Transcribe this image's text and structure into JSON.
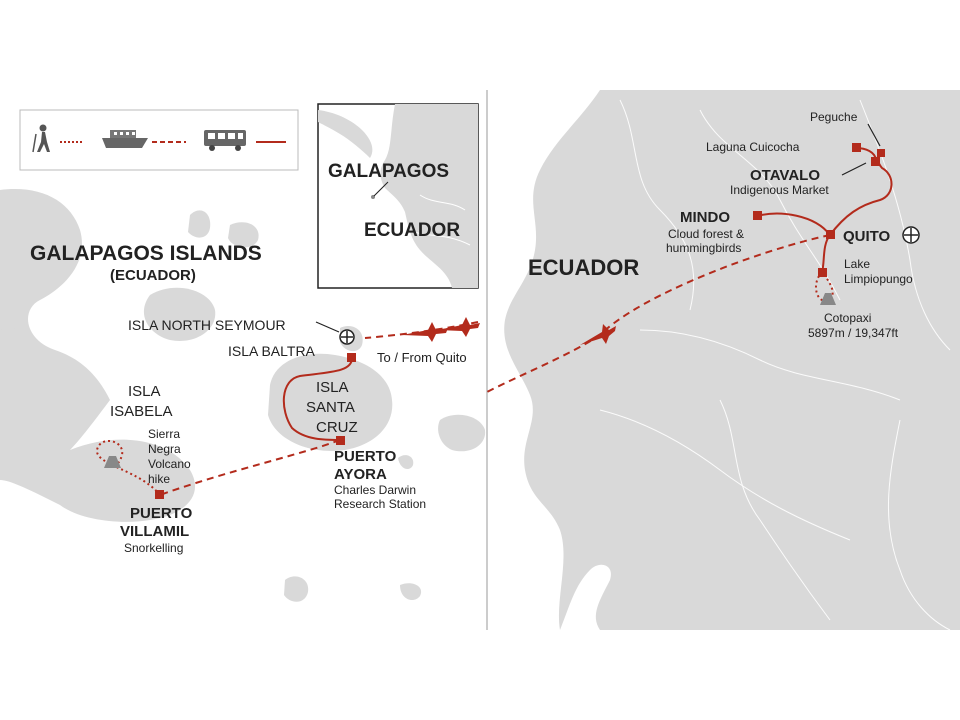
{
  "colors": {
    "sea": "#ffffff",
    "land": "#d9d9d9",
    "island_edge": "#ffffff",
    "route": "#b32b1c",
    "text": "#222222"
  },
  "legend": {
    "items": [
      {
        "icon": "hiker-icon",
        "line": "dotted"
      },
      {
        "icon": "boat-icon",
        "line": "dashed"
      },
      {
        "icon": "bus-icon",
        "line": "solid"
      }
    ]
  },
  "inset": {
    "galapagos_label": "GALAPAGOS",
    "ecuador_label": "ECUADOR"
  },
  "galapagos_panel": {
    "title": "GALAPAGOS ISLANDS",
    "subtitle": "(ECUADOR)",
    "isla_north_seymour": "ISLA NORTH SEYMOUR",
    "isla_baltra": "ISLA BALTRA",
    "to_from_quito": "To / From Quito",
    "isla_santa_cruz": [
      "ISLA",
      "SANTA",
      "CRUZ"
    ],
    "isla_isabela": [
      "ISLA",
      "ISABELA"
    ],
    "sierra_negra": [
      "Sierra",
      "Negra",
      "Volcano",
      "hike"
    ],
    "puerto_ayora": [
      "PUERTO",
      "AYORA"
    ],
    "puerto_ayora_note": [
      "Charles Darwin",
      "Research Station"
    ],
    "puerto_villamil": [
      "PUERTO",
      "VILLAMIL"
    ],
    "puerto_villamil_note": "Snorkelling"
  },
  "ecuador_panel": {
    "country_label": "ECUADOR",
    "peguche": "Peguche",
    "laguna_cuicocha": "Laguna Cuicocha",
    "otavalo": "OTAVALO",
    "otavalo_note": "Indigenous Market",
    "mindo": "MINDO",
    "mindo_note": [
      "Cloud forest &",
      "hummingbirds"
    ],
    "quito": "QUITO",
    "lake_limpiopungo": [
      "Lake",
      "Limpiopungo"
    ],
    "cotopaxi": [
      "Cotopaxi",
      "5897m / 19,347ft"
    ]
  }
}
